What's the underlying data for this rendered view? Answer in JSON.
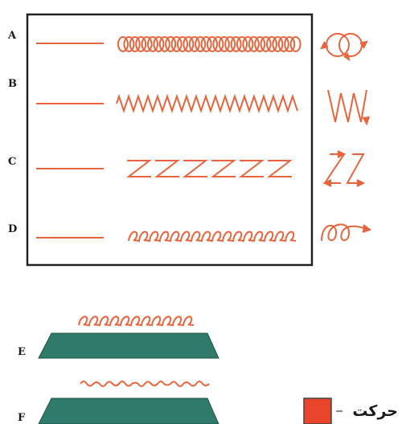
{
  "rows": [
    {
      "label": "A",
      "pattern": "tight-loops",
      "icon": "circular-motion-icon"
    },
    {
      "label": "B",
      "pattern": "zigzag",
      "icon": "zigzag-motion-icon"
    },
    {
      "label": "C",
      "pattern": "z-steps",
      "icon": "z-motion-icon"
    },
    {
      "label": "D",
      "pattern": "open-loops",
      "icon": "loop-motion-icon"
    }
  ],
  "bottom_rows": [
    {
      "label": "E",
      "pattern": "open-loops"
    },
    {
      "label": "F",
      "pattern": "wave"
    }
  ],
  "legend": {
    "text": "حرکت"
  },
  "colors": {
    "motion": "#e8643c",
    "board": "#2f7a6a",
    "board_edge": "#1d5446",
    "frame": "#222222",
    "legend_fill": "#e8452a"
  }
}
